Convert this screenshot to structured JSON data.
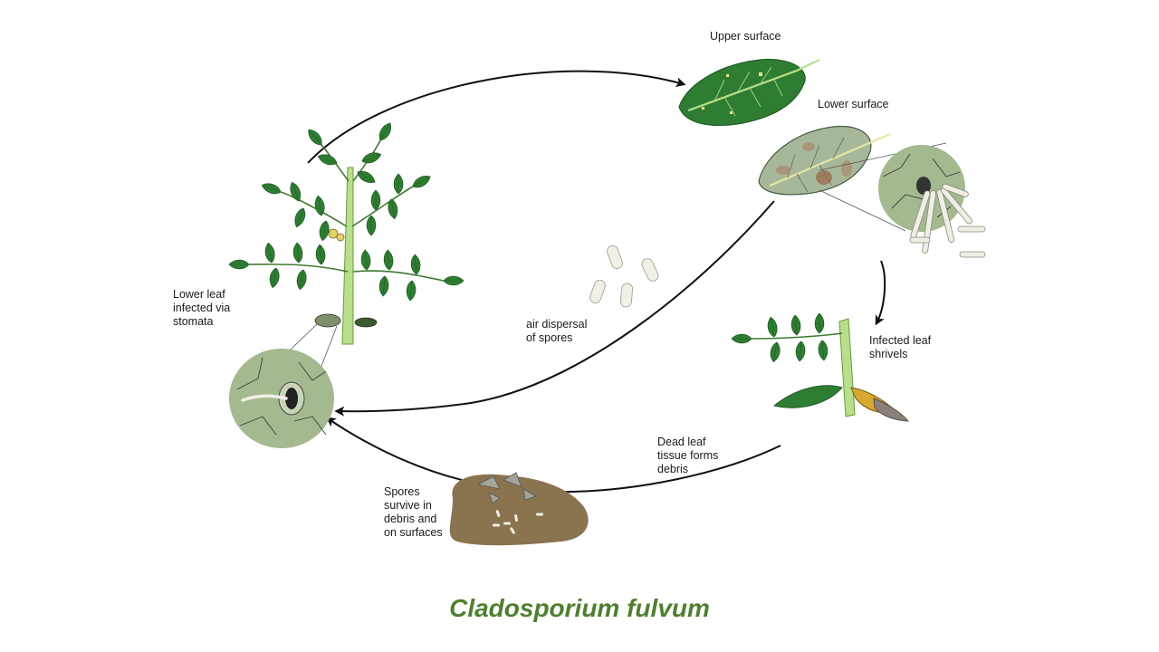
{
  "diagram": {
    "labels": {
      "upper_surface": "Upper surface",
      "lower_surface": "Lower surface",
      "infected_leaf_shrivels": "Infected leaf\nshrivels",
      "dead_leaf_debris": "Dead leaf\ntissue forms\ndebris",
      "spores_survive": "Spores\nsurvive in\ndebris and\non surfaces",
      "air_dispersal": "air dispersal\nof spores",
      "lower_leaf_infected": "Lower leaf\ninfected via\nstomata"
    },
    "caption": "Cladosporium fulvum"
  },
  "colors": {
    "caption": "#4f7f2f",
    "leaf_green": "#2f7d32",
    "leaf_dark": "#1f5e24",
    "stem_green": "#b8e08c",
    "leaf_underside": "#a7b89a",
    "cell_disc": "#a4b98f",
    "debris": "#8a7450",
    "spore": "#f2efe6",
    "arrow": "#111111"
  }
}
